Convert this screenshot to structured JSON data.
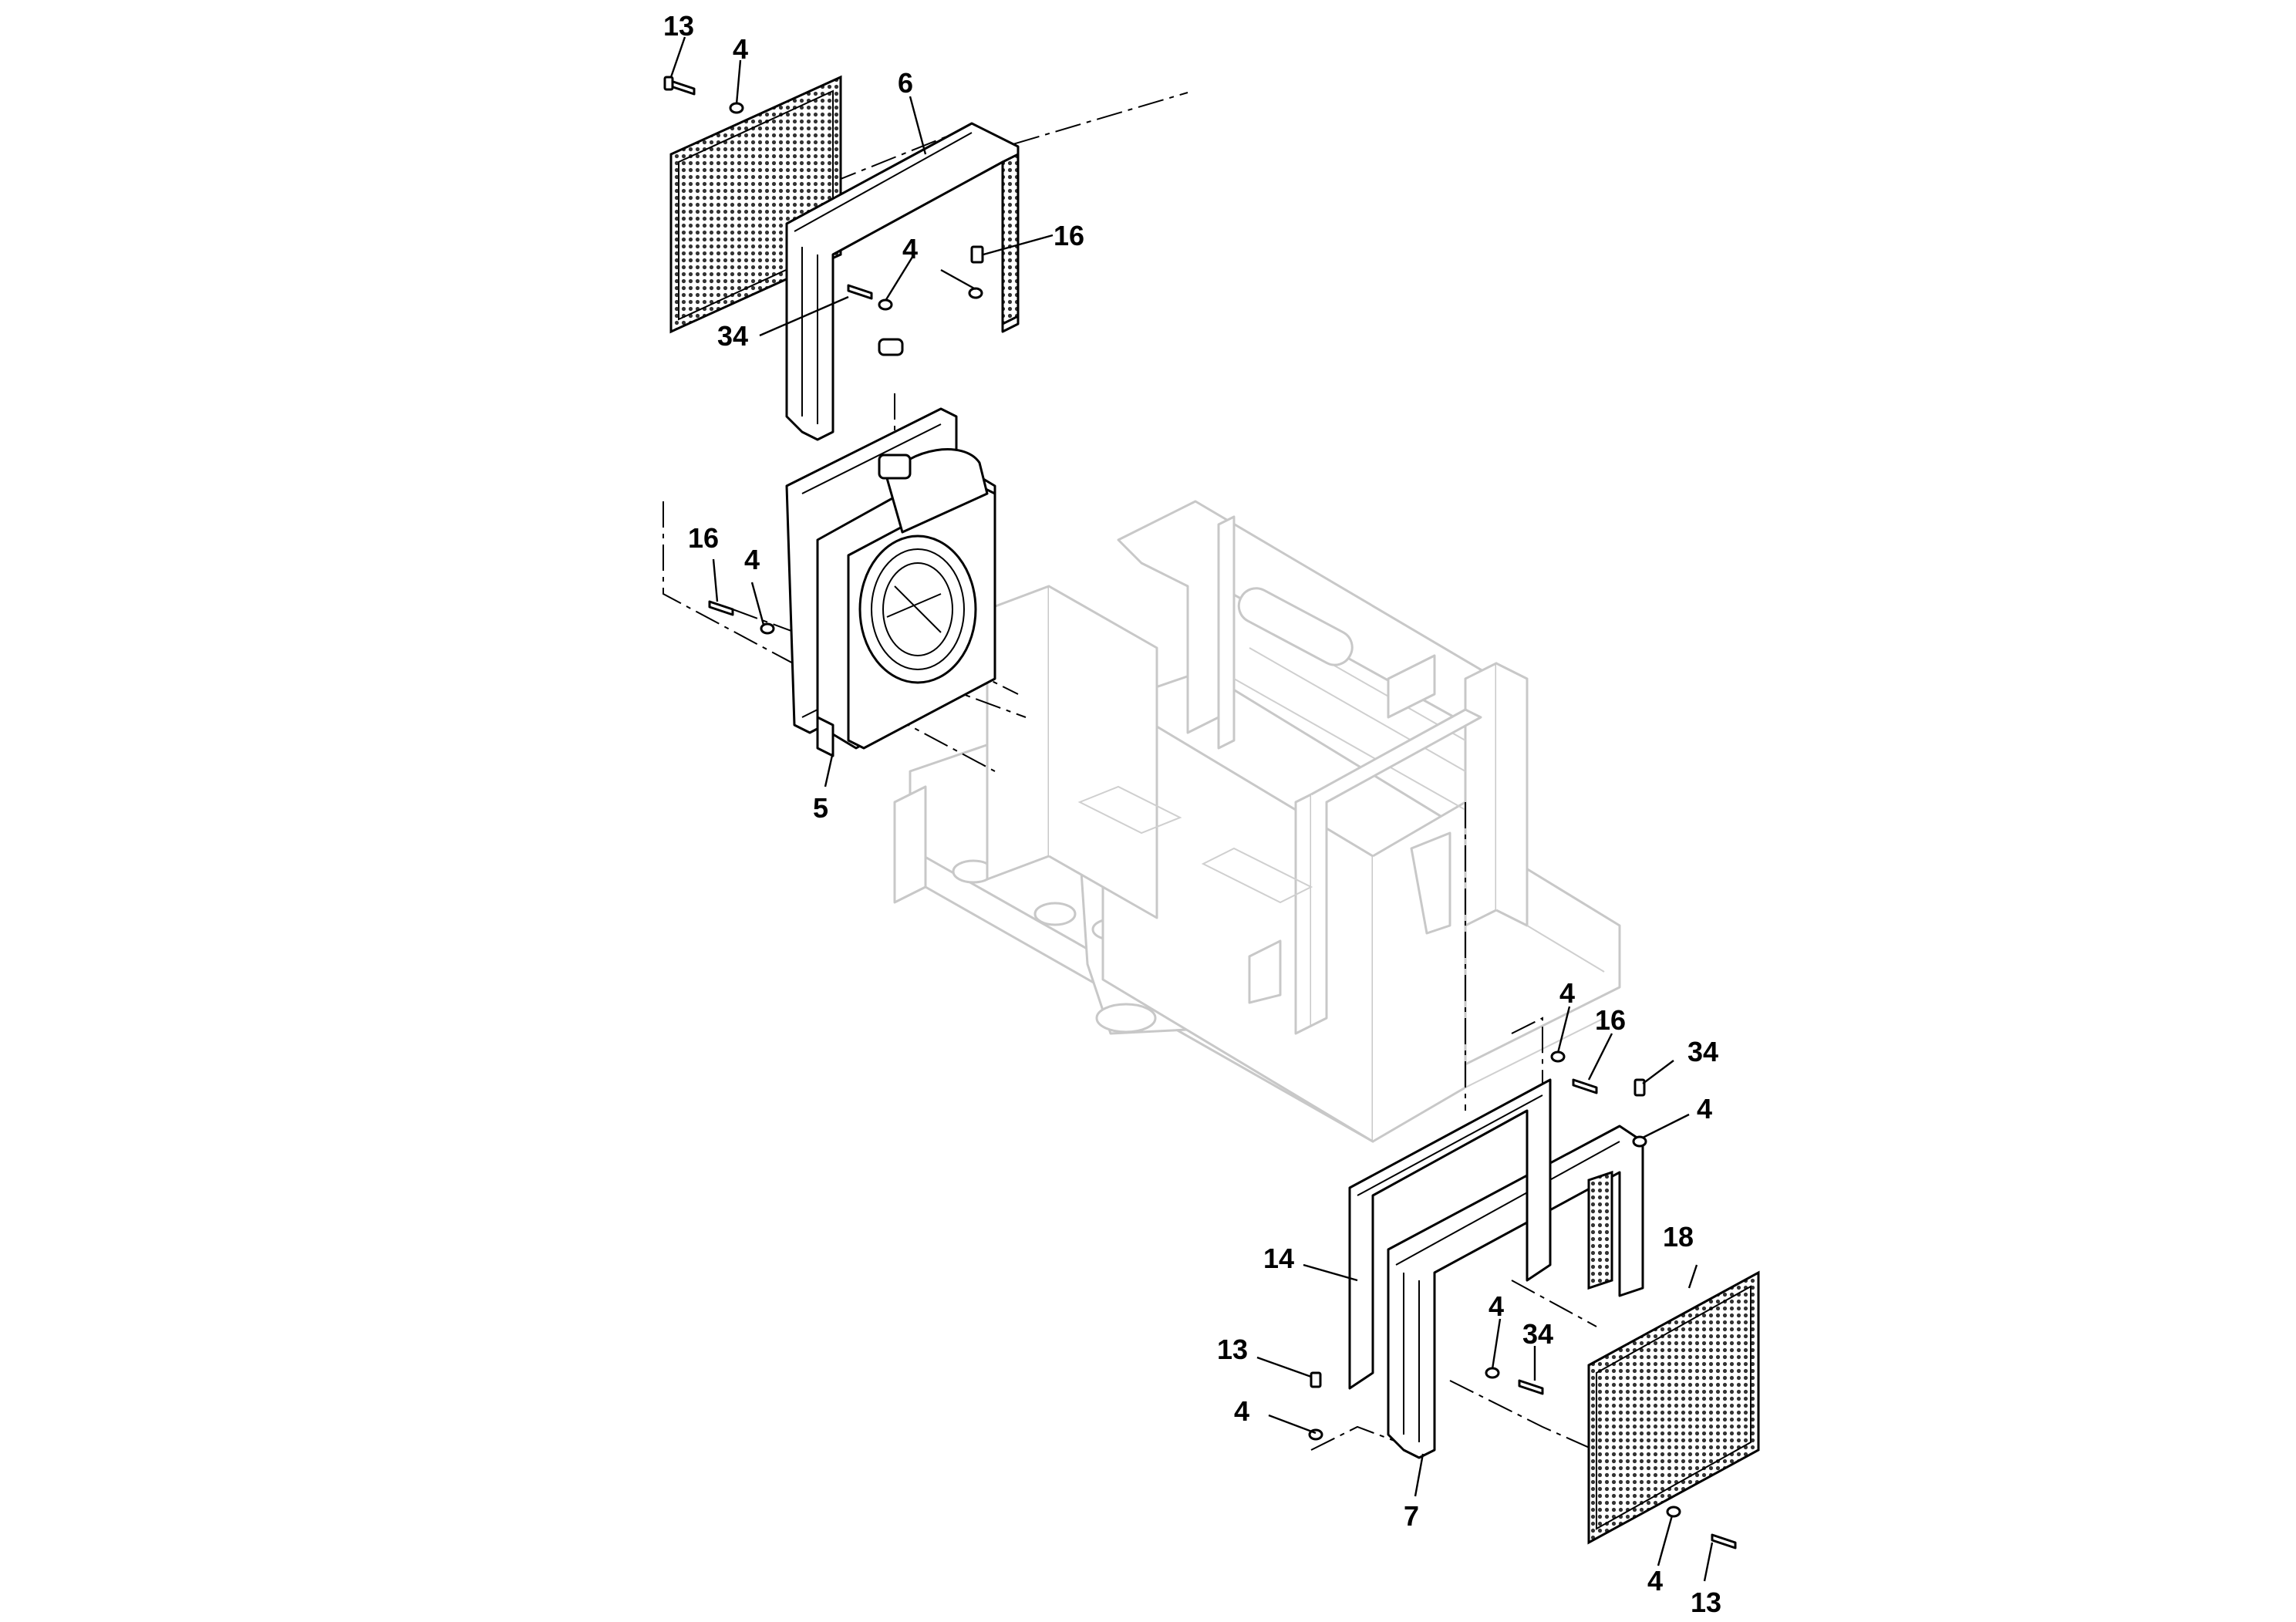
{
  "diagram": {
    "callouts": {
      "c13a": "13",
      "c4a": "4",
      "c6": "6",
      "c16a": "16",
      "c4b": "4",
      "c34a": "34",
      "c16b": "16",
      "c4c": "4",
      "c5": "5",
      "c4d": "4",
      "c16c": "16",
      "c34b": "34",
      "c4e": "4",
      "c18": "18",
      "c14": "14",
      "c4f": "4",
      "c34c": "34",
      "c13b": "13",
      "c4g": "4",
      "c7": "7",
      "c4h": "4",
      "c13c": "13"
    }
  }
}
